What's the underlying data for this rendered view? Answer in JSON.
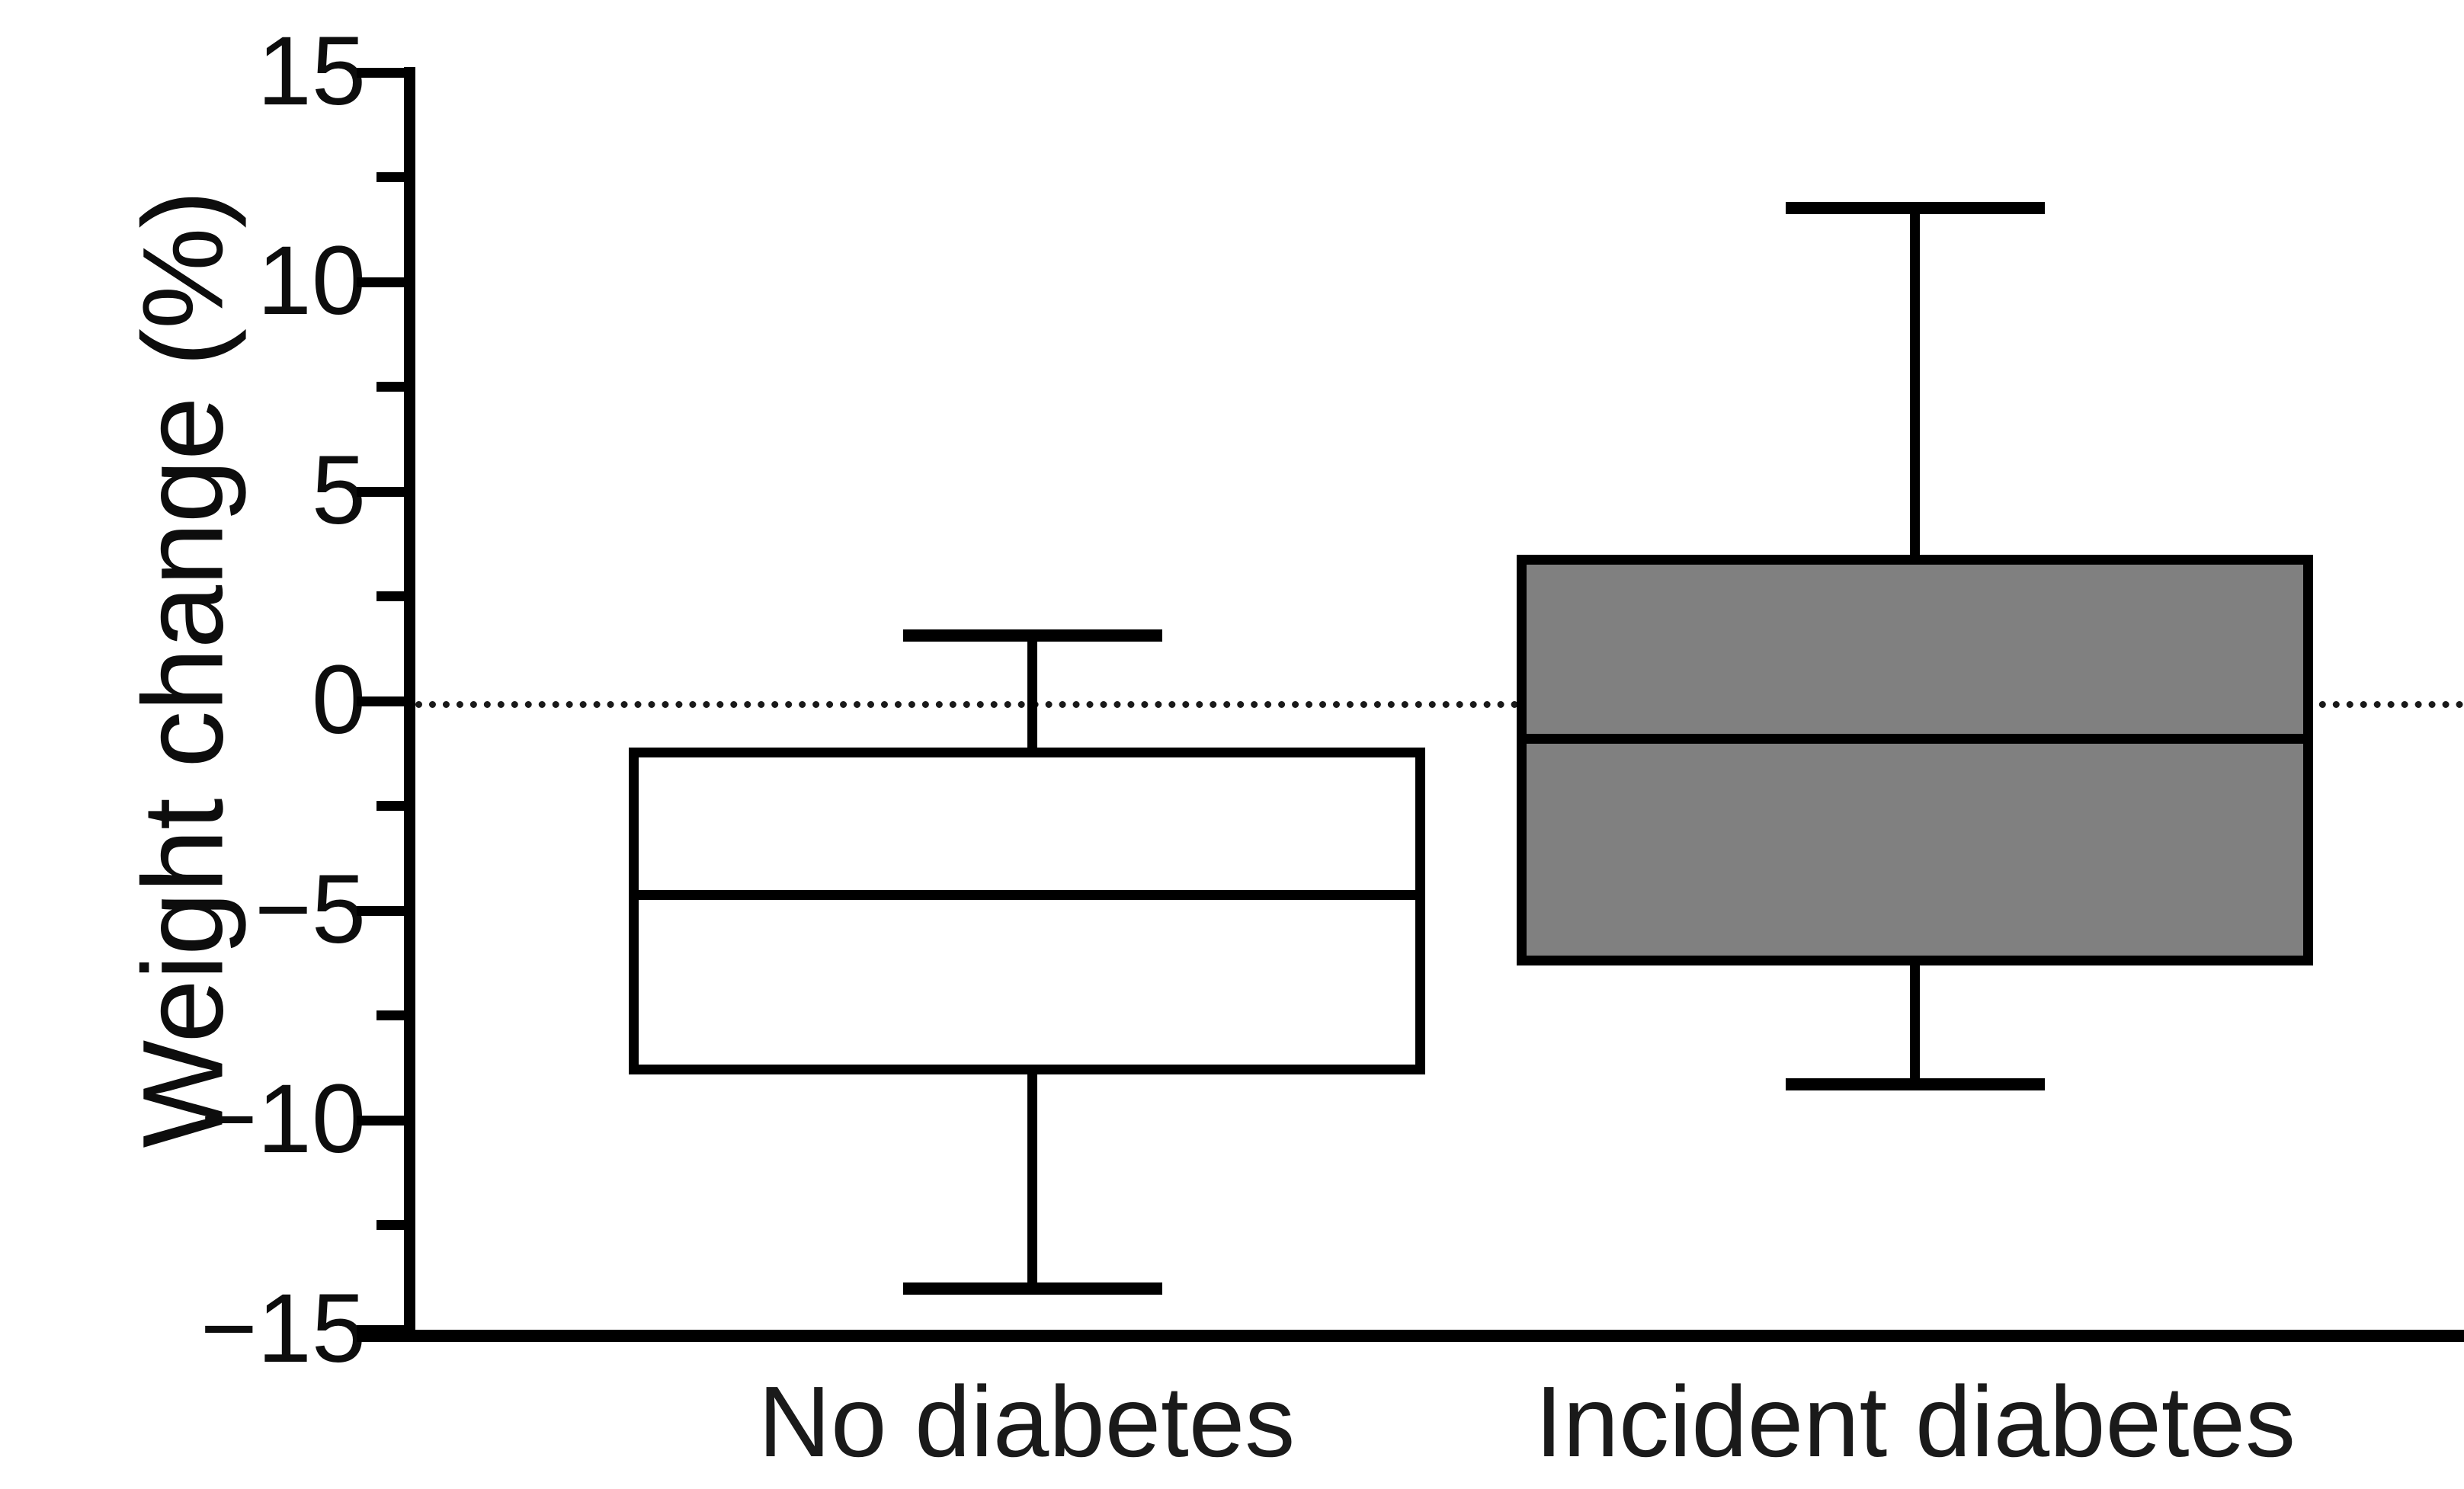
{
  "chart_data": {
    "type": "box",
    "title": "",
    "xlabel": "",
    "ylabel": "Weight change (%)",
    "categories": [
      "No diabetes",
      "Incident diabetes"
    ],
    "ylim": [
      -15,
      15
    ],
    "ytick_labels": [
      "15",
      "10",
      "5",
      "0",
      "−5",
      "−10",
      "−15"
    ],
    "ytick_values": [
      15,
      10,
      5,
      0,
      -5,
      -10,
      -15
    ],
    "minor_ticks": [
      12.5,
      7.5,
      2.5,
      -2.5,
      -7.5,
      -12.5
    ],
    "grid": false,
    "legend": "none",
    "reference_line": {
      "value": 0,
      "style": "dotted",
      "color": "#1a1a1a"
    },
    "boxes": [
      {
        "category": "No diabetes",
        "fill": "#ffffff",
        "whisker_low": -14.0,
        "q1": -8.9,
        "median": -4.5,
        "q3": -1.1,
        "whisker_high": 1.7
      },
      {
        "category": "Incident diabetes",
        "fill": "#808080",
        "whisker_low": -9.1,
        "q1": -6.3,
        "median": -0.9,
        "q3": 3.5,
        "whisker_high": 11.9
      }
    ]
  },
  "axis": {
    "y_title": "Weight change (%)",
    "tick_15": "15",
    "tick_10": "10",
    "tick_5": "5",
    "tick_0": "0",
    "tick_m5": "−5",
    "tick_m10": "−10",
    "tick_m15": "−15",
    "cat_1": "No diabetes",
    "cat_2": "Incident diabetes"
  },
  "colors": {
    "axis": "#000000",
    "text": "#0d0d0d",
    "box_fill_group1": "#ffffff",
    "box_fill_group2": "#808080",
    "reference_line": "#1a1a1a",
    "background": "#ffffff"
  }
}
